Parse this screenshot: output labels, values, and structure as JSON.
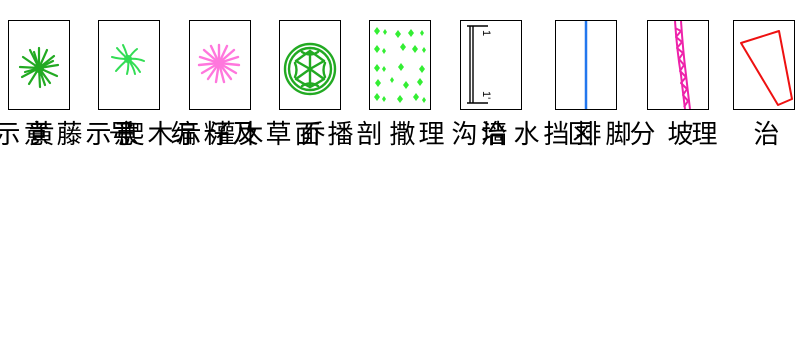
{
  "legend": {
    "items": [
      {
        "key": "huangxin",
        "label": "黄馨示意",
        "icon": "green-grass-clump-icon",
        "color": "#22aa22"
      },
      {
        "key": "climbing",
        "label": "爬藤示意",
        "icon": "green-vine-clump-icon",
        "color": "#33dd55"
      },
      {
        "key": "shrub",
        "label": "灌木示意",
        "icon": "pink-shrub-icon",
        "color": "#ff77dd"
      },
      {
        "key": "tree",
        "label": "乔木示意",
        "icon": "green-tree-canopy-icon",
        "color": "#22aa22"
      },
      {
        "key": "seeding",
        "label": "撒播草籽",
        "icon": "green-seed-dots-icon",
        "color": "#33ee33"
      },
      {
        "key": "section",
        "label": "治理剖面及编号",
        "icon": "section-line-icon",
        "color": "#000000",
        "marker_top": "1",
        "marker_bottom": "1'"
      },
      {
        "key": "ditch",
        "label": "排水沟",
        "icon": "blue-drain-line-icon",
        "color": "#2277ee"
      },
      {
        "key": "wall",
        "label": "坡脚挡墙",
        "icon": "pink-retaining-wall-icon",
        "color": "#ee22aa"
      },
      {
        "key": "zone",
        "label": "治理分区",
        "icon": "red-zone-polygon-icon",
        "color": "#ee1111"
      }
    ]
  }
}
